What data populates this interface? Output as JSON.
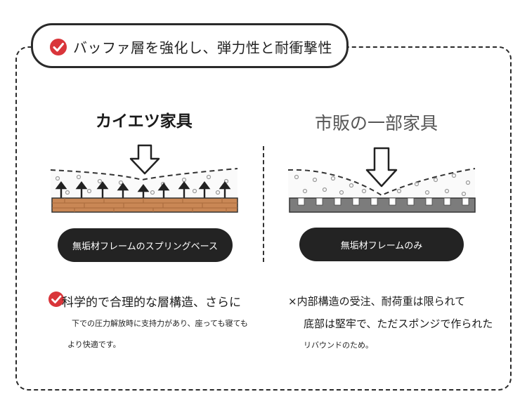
{
  "title": "バッファ層を強化し、弾力性と耐衝撃性",
  "left": {
    "heading": "カイエツ家具",
    "base_label": "無垢材フレームのスプリングベース",
    "desc_line1": "科学的で合理的な層構造、さらに",
    "desc_line2": "下での圧力解放時に支持力があり、座っても寝ても",
    "desc_line3": "より快適です。"
  },
  "right": {
    "heading": "市販の一部家具",
    "base_label": "無垢材フレームのみ",
    "desc_line1": "×内部構造の受注、耐荷重は限られて",
    "desc_line2": "底部は堅牢で、ただスポンジで作られた",
    "desc_line3": "リバウンドのため。"
  },
  "colors": {
    "check": "#d9353a",
    "wood": "#c98755",
    "gray_base": "#7c7c7c",
    "pill": "#232323"
  }
}
